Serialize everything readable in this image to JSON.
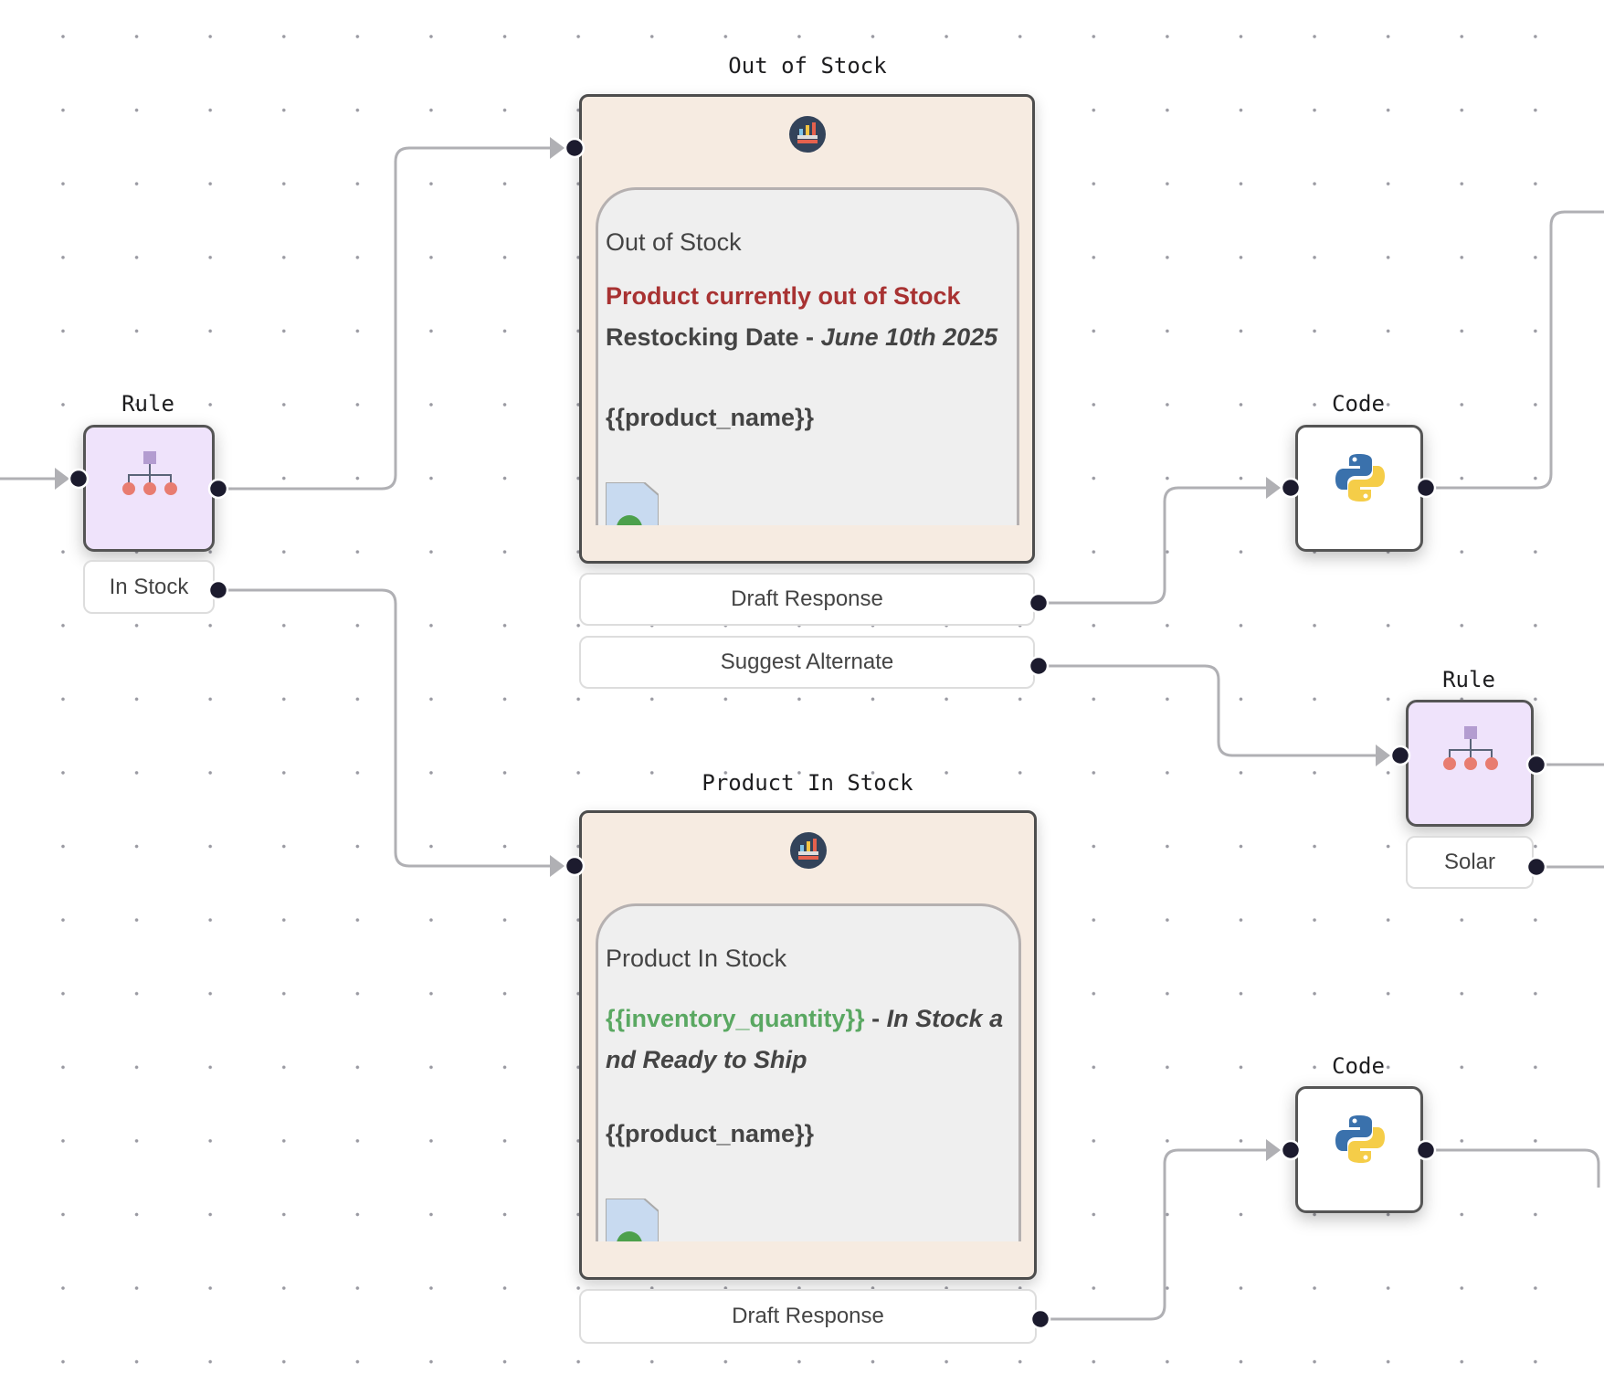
{
  "nodes": {
    "rule1": {
      "title": "Rule",
      "branch_label": "In Stock"
    },
    "out_of_stock": {
      "title": "Out of Stock",
      "heading": "Out of Stock",
      "alert": "Product currently out of Stock",
      "restock_label": "Restocking Date - ",
      "restock_date": "June 10th 2025",
      "placeholder": "{{product_name}}",
      "outputs": [
        "Draft Response",
        "Suggest Alternate"
      ]
    },
    "product_in_stock": {
      "title": "Product In Stock",
      "heading": "Product In Stock",
      "variable": "{{inventory_quantity}}",
      "separator": " - ",
      "status": "In Stock and Ready to Ship",
      "placeholder": "{{product_name}}",
      "outputs": [
        "Draft Response"
      ]
    },
    "code1": {
      "title": "Code"
    },
    "rule2": {
      "title": "Rule",
      "branch_label": "Solar"
    },
    "code2": {
      "title": "Code"
    }
  },
  "colors": {
    "alert": "#a83232",
    "variable": "#5aa862",
    "rule_bg": "#efe3fb",
    "message_bg": "#f6ebe1",
    "port": "#1c1b2e",
    "wire": "#b0b0b4"
  },
  "icons": {
    "rule": "hierarchy-icon",
    "code": "python-icon",
    "message": "chatbot-icon",
    "image": "broken-image-icon"
  }
}
